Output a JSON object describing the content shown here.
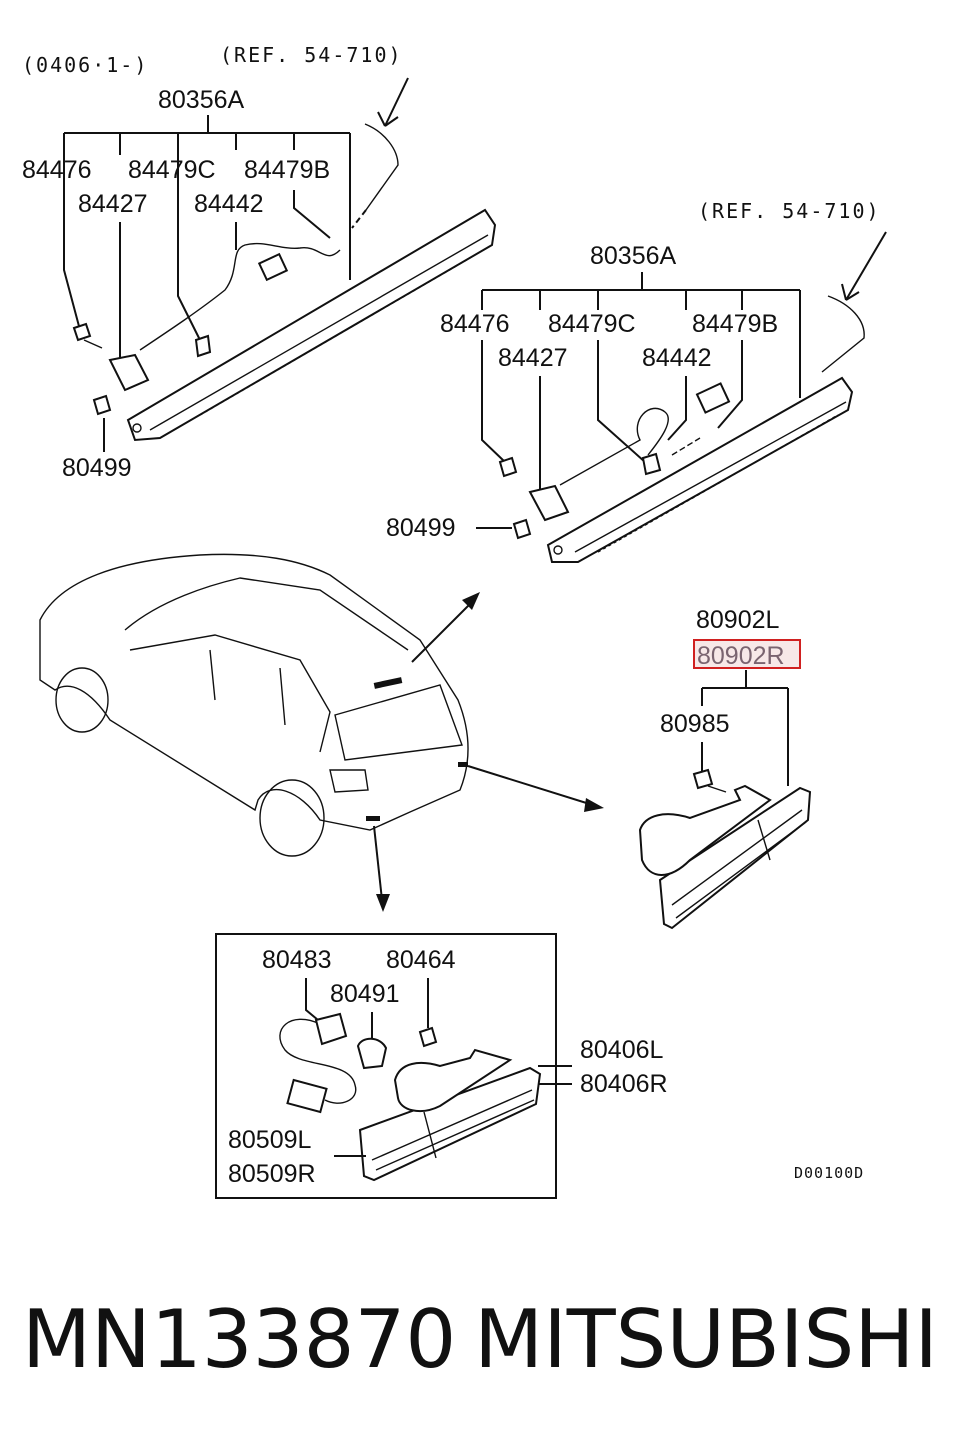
{
  "header": {
    "production_date": "(0406·1-)"
  },
  "upper_assembly": {
    "ref": "(REF. 54-710)",
    "main_part": "80356A",
    "parts": [
      "84476",
      "84479C",
      "84479B",
      "84427",
      "84442",
      "80499"
    ]
  },
  "lower_assembly": {
    "ref": "(REF. 54-710)",
    "main_part": "80356A",
    "parts": [
      "84476",
      "84479C",
      "84479B",
      "84427",
      "84442",
      "80499"
    ]
  },
  "reflector": {
    "part_left": "80902L",
    "part_right_highlighted": "80902R",
    "screw": "80985"
  },
  "fog_lamp_box": {
    "wire": "80483",
    "screw": "80464",
    "bulb": "80491",
    "lamp_left": "80406L",
    "lamp_right": "80406R",
    "lens_left": "80509L",
    "lens_right": "80509R"
  },
  "diagram_code": "D00100D",
  "footer": {
    "part_number": "MN133870",
    "brand": "MITSUBISHI"
  },
  "colors": {
    "line": "#111111",
    "highlight_border": "#d02020",
    "highlight_fill": "#f7e8e8",
    "background": "#ffffff"
  }
}
